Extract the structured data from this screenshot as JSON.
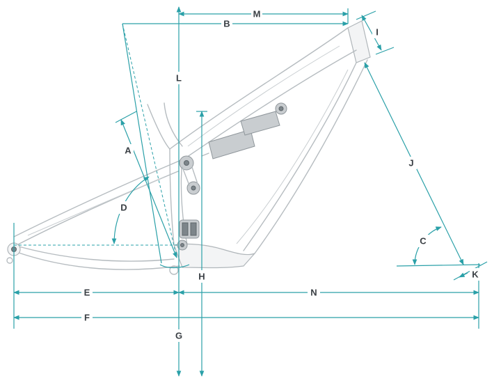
{
  "labels": {
    "A": "A",
    "B": "B",
    "C": "C",
    "D": "D",
    "E": "E",
    "F": "F",
    "G": "G",
    "H": "H",
    "I": "I",
    "J": "J",
    "K": "K",
    "L": "L",
    "M": "M",
    "N": "N"
  },
  "colors": {
    "dimension_lines": "#2aa0a8",
    "frame_outline": "#b6bcc0",
    "label_text": "#3a3f44"
  }
}
